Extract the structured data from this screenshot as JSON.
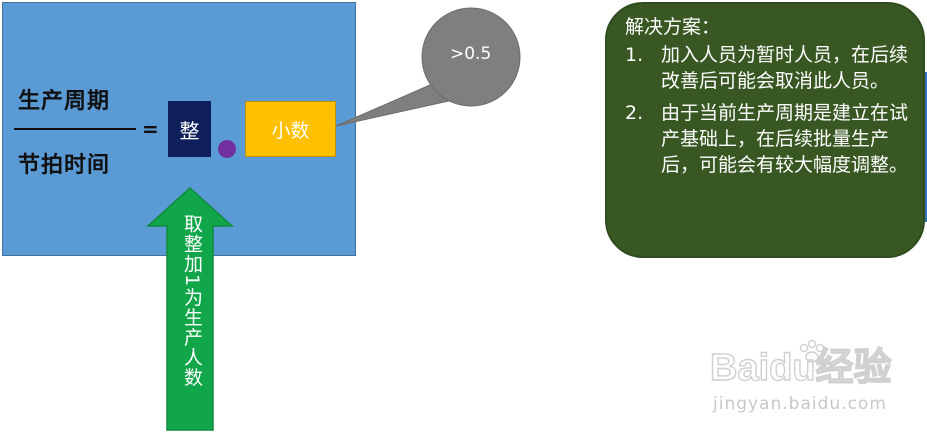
{
  "formula": {
    "numerator": "生产周期",
    "denominator": "节拍时间",
    "equals": "=",
    "integer_label": "整",
    "decimal_label": "小数"
  },
  "callout": {
    "text": ">0.5"
  },
  "arrow": {
    "label": "取整加1为生产人数"
  },
  "solution": {
    "title": "解决方案：",
    "items": [
      {
        "num": "1.",
        "text": "加入人员为暂时人员，在后续改善后可能会取消此人员。"
      },
      {
        "num": "2.",
        "text": "由于当前生产周期是建立在试产基础上，在后续批量生产后，可能会有较大幅度调整。"
      }
    ]
  },
  "watermark": {
    "logo": "Baidu经验",
    "url": "jingyan.baidu.com"
  },
  "colors": {
    "blue_box": "#5b9bd5",
    "integer_box": "#0f1f5c",
    "decimal_box": "#ffc000",
    "dot": "#7030a0",
    "callout": "#7f7f7f",
    "arrow": "#12a64a",
    "solution_box": "#385723"
  }
}
